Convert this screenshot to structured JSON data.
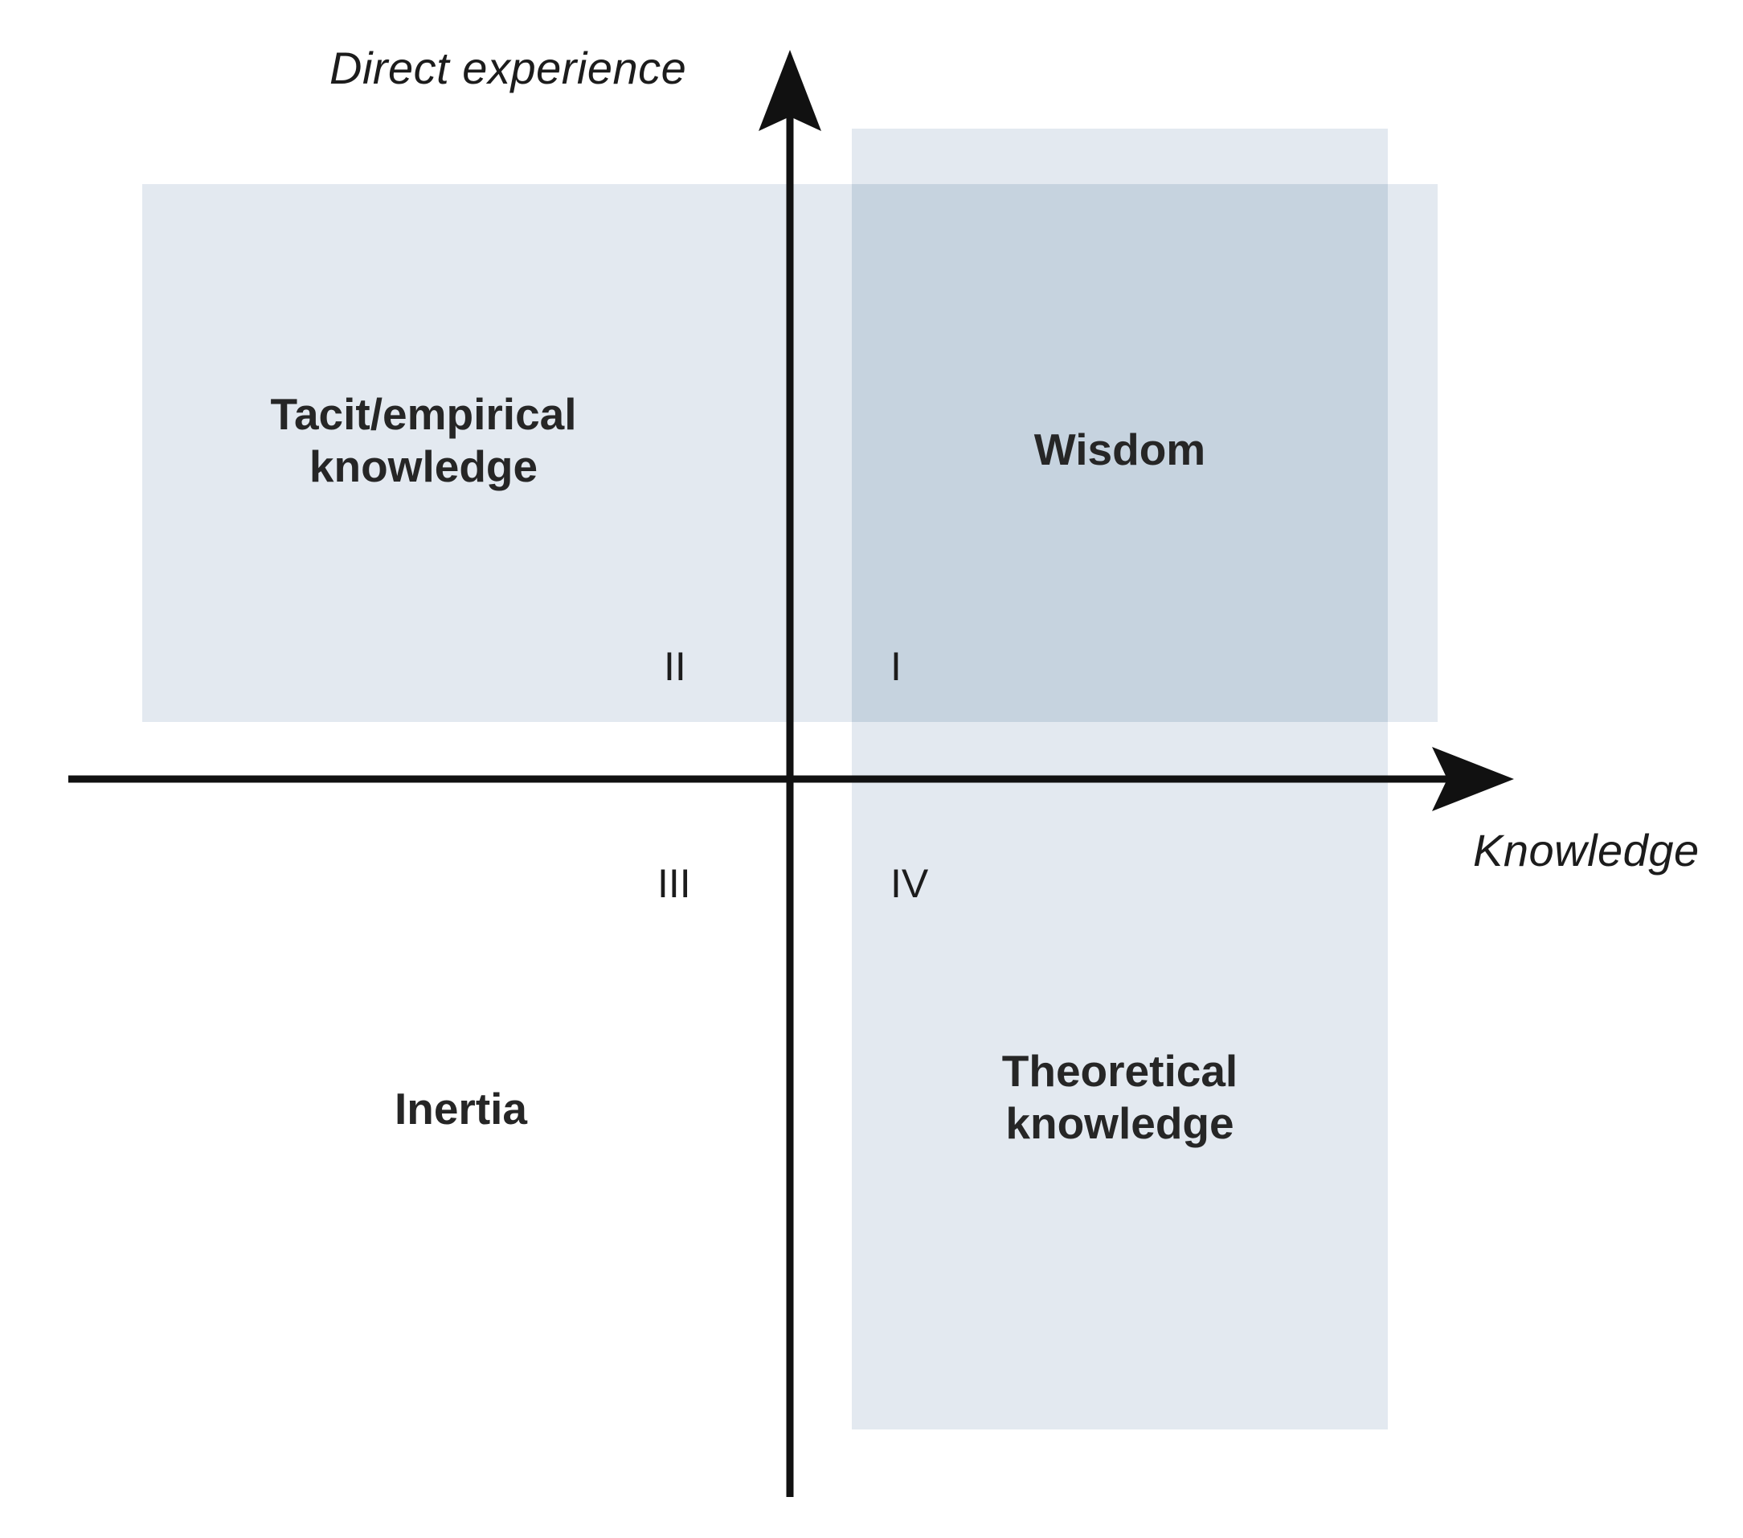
{
  "figure": {
    "type": "quadrant-diagram",
    "background_color": "#ffffff",
    "band_color": "#e3e9f0",
    "overlap_color": "#c6d3df",
    "text_color": "#262626",
    "axis_color": "#111111"
  },
  "axes": {
    "y_label": "Direct experience",
    "x_label": "Knowledge"
  },
  "quadrants": [
    {
      "numeral": "I",
      "title": "Wisdom",
      "position": "top-right"
    },
    {
      "numeral": "II",
      "title": "Tacit/empirical\nknowledge",
      "position": "top-left"
    },
    {
      "numeral": "III",
      "title": "Inertia",
      "position": "bottom-left"
    },
    {
      "numeral": "IV",
      "title": "Theoretical\nknowledge",
      "position": "bottom-right"
    }
  ],
  "labels": {
    "tacit": "Tacit/empirical\nknowledge",
    "wisdom": "Wisdom",
    "inertia": "Inertia",
    "theoretical": "Theoretical\nknowledge",
    "numeral_i": "I",
    "numeral_ii": "II",
    "numeral_iii": "III",
    "numeral_iv": "IV"
  },
  "chart_data": {
    "type": "scatter",
    "title": "",
    "xlabel": "Knowledge",
    "ylabel": "Direct experience",
    "grid": false,
    "legend": "none",
    "regions": [
      {
        "name": "Tacit/empirical knowledge",
        "quadrant": "II",
        "shading": "#e3e9f0",
        "x_range": "low-to-high knowledge (spans left of origin into right)",
        "y_range": "high direct experience"
      },
      {
        "name": "Wisdom",
        "quadrant": "I",
        "shading": "#c6d3df",
        "x_range": "high knowledge",
        "y_range": "high direct experience",
        "note": "overlap of tacit/empirical band and theoretical column"
      },
      {
        "name": "Inertia",
        "quadrant": "III",
        "shading": "none",
        "x_range": "low knowledge",
        "y_range": "low direct experience"
      },
      {
        "name": "Theoretical knowledge",
        "quadrant": "IV",
        "shading": "#e3e9f0",
        "x_range": "high knowledge",
        "y_range": "low-to-high direct experience (spans below origin into above)"
      }
    ]
  }
}
